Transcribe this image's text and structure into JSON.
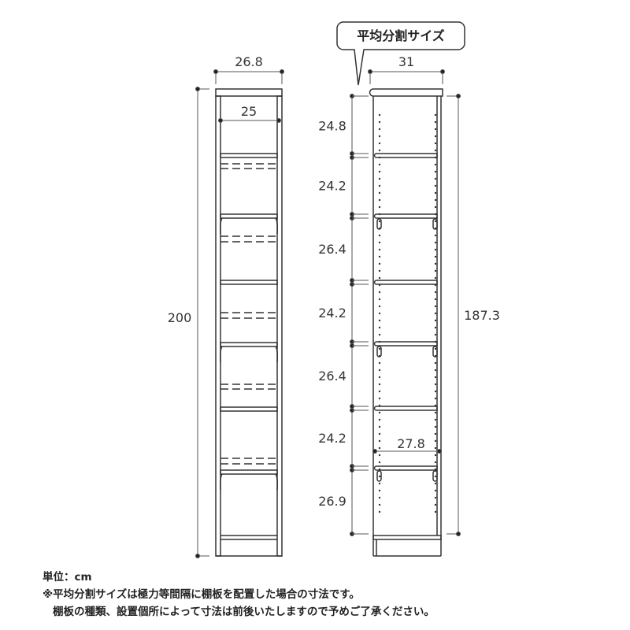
{
  "callout": "平均分割サイズ",
  "front_view": {
    "outer_width": "26.8",
    "inner_width": "25",
    "height": "200"
  },
  "side_view": {
    "depth": "31",
    "shelf_depth": "27.8",
    "inner_height": "187.3",
    "spacings": [
      "24.8",
      "24.2",
      "26.4",
      "24.2",
      "26.4",
      "24.2",
      "26.9"
    ]
  },
  "notes": {
    "unit": "単位：cm",
    "line1": "※平均分割サイズは極力等間隔に棚板を配置した場合の寸法です。",
    "line2": "棚板の種類、設置個所によって寸法は前後いたしますので予めご了承ください。"
  },
  "colors": {
    "line": "#333333",
    "dim": "#555555"
  }
}
